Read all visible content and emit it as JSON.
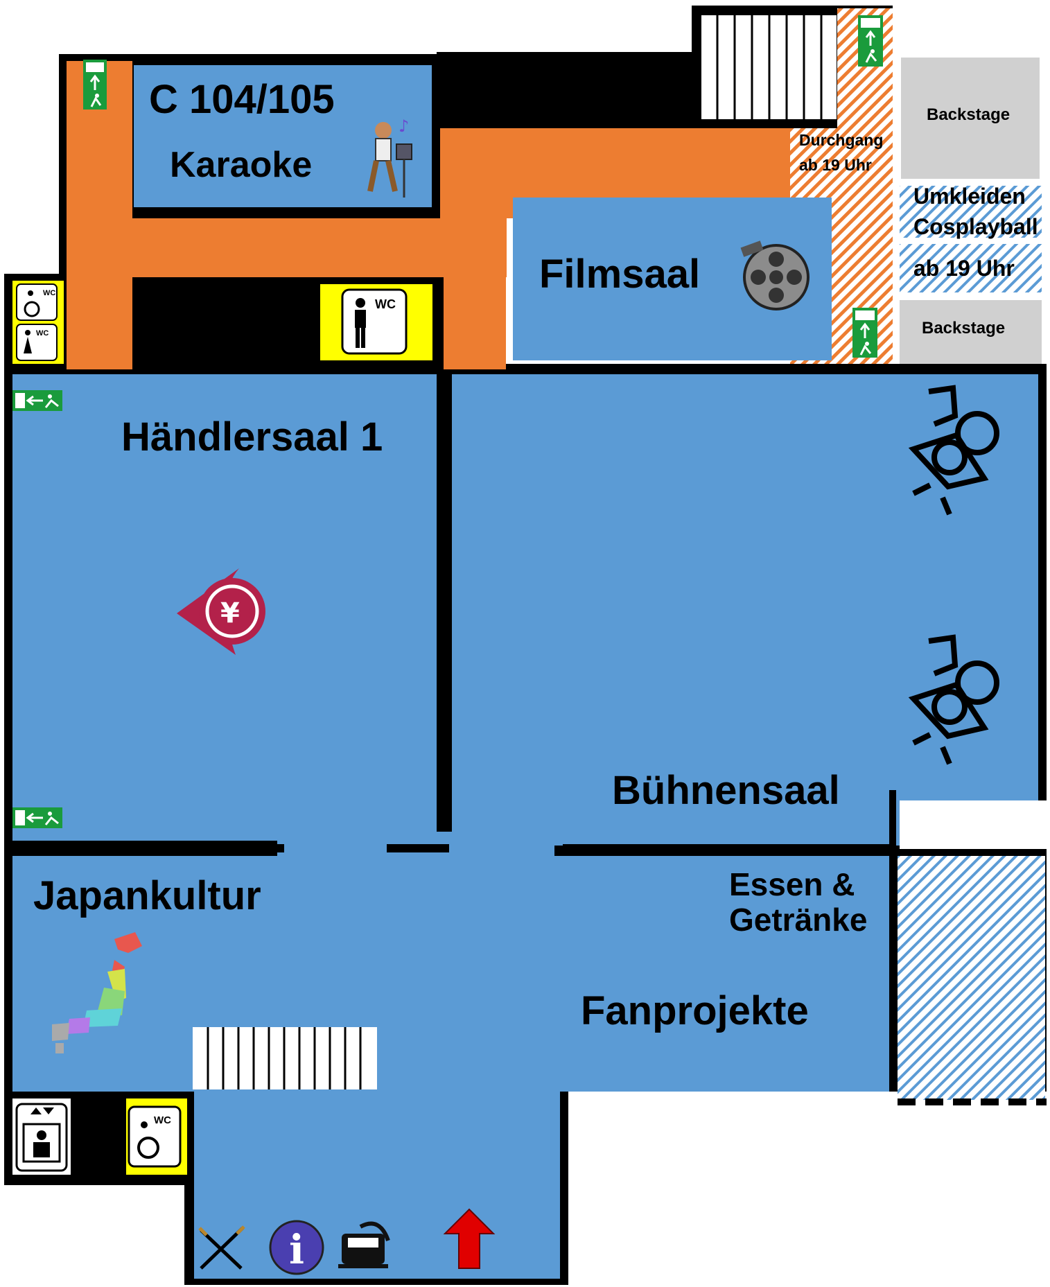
{
  "rooms": {
    "karaoke_code": "C 104/105",
    "karaoke": "Karaoke",
    "filmsaal": "Filmsaal",
    "haendlersaal": "Händlersaal 1",
    "buehnensaal": "Bühnensaal",
    "japankultur": "Japankultur",
    "essen_line1": "Essen &",
    "essen_line2": "Getränke",
    "fanprojekte": "Fanprojekte",
    "backstage_top": "Backstage",
    "backstage_bottom": "Backstage",
    "umkleiden_line1": "Umkleiden",
    "umkleiden_line2": "Cosplayball",
    "umkleiden_time": "ab 19 Uhr",
    "durchgang_line1": "Durchgang",
    "durchgang_line2": "ab 19 Uhr"
  },
  "icons": {
    "wc_label": "WC",
    "yen_symbol": "¥",
    "info_symbol": "i"
  },
  "colors": {
    "room_blue": "#5b9bd5",
    "corridor_orange": "#ed7d31",
    "wall_black": "#000000",
    "wc_yellow": "#ffff00",
    "backstage_gray": "#d0d0d0",
    "exit_green": "#1a9b3c",
    "yen_red": "#b3214a",
    "arrow_red": "#e00000"
  }
}
